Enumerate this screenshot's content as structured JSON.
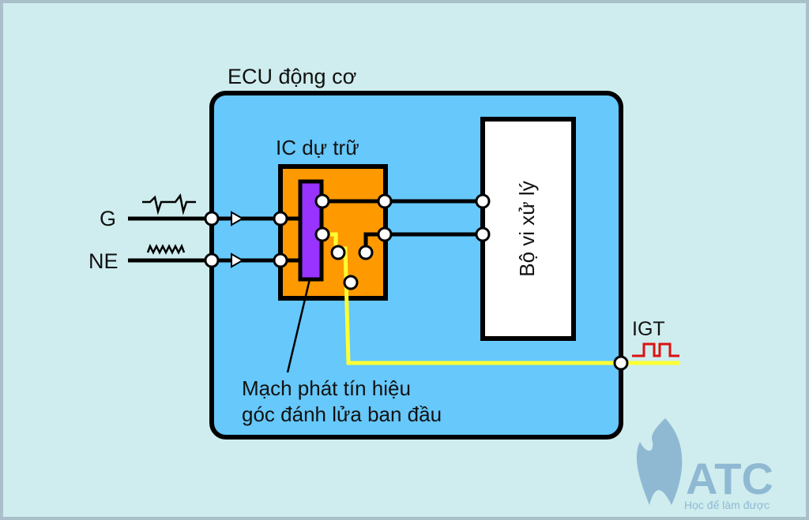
{
  "diagram": {
    "ecu_label": "ECU động cơ",
    "ic_label": "IC dự trữ",
    "processor_label": "Bộ vi xử lý",
    "inputs": [
      {
        "label": "G",
        "signal": "g-signal-waveform"
      },
      {
        "label": "NE",
        "signal": "ne-signal-waveform"
      }
    ],
    "output": {
      "label": "IGT",
      "signal": "pulse-waveform"
    },
    "annotation_line1": "Mạch phát tín hiệu",
    "annotation_line2": "góc đánh lửa ban đầu"
  },
  "logo": {
    "brand": "ATC",
    "tagline": "Học để làm được"
  },
  "colors": {
    "background": "#cfedee",
    "ecu_fill": "#66c8fb",
    "ic_fill": "#ff9900",
    "circuit_fill": "#9933ff",
    "igt_wire": "#ffff33",
    "igt_pulse": "#dd1111",
    "logo": "#8fb9d3"
  }
}
